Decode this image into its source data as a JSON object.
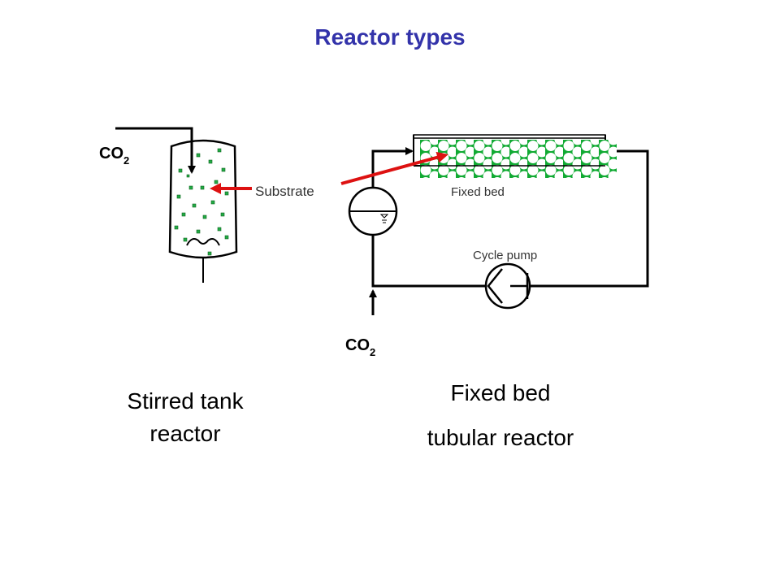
{
  "title": "Reactor types",
  "labels": {
    "co2_left_main": "CO",
    "co2_left_sub": "2",
    "co2_bottom_main": "CO",
    "co2_bottom_sub": "2",
    "substrate": "Substrate",
    "fixed_bed_small": "Fixed bed",
    "cycle_pump": "Cycle pump",
    "stirred_line1": "Stirred tank",
    "stirred_line2": "reactor",
    "fixed_line1": "Fixed bed",
    "fixed_line2": "tubular reactor"
  },
  "colors": {
    "title": "#3333aa",
    "arrow_red": "#dd1111",
    "bed_green": "#11aa33",
    "particle_green": "#22aa44"
  }
}
